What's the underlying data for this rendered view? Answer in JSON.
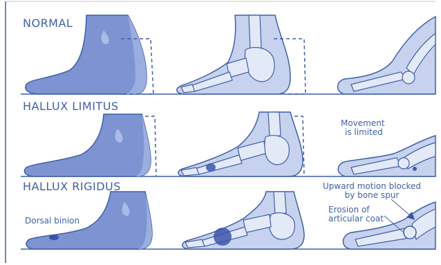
{
  "rows": [
    {
      "title": "NORMAL"
    },
    {
      "title": "HALLUX LIMITUS"
    },
    {
      "title": "HALLUX RIGIDUS"
    }
  ],
  "annotations": {
    "movement_limited": [
      "Movement",
      "is limited"
    ],
    "dorsal_bunion": "Dorsal binion",
    "upward_motion_blocked": [
      "Upward motion blocked",
      "by bone spur"
    ],
    "erosion": [
      "Erosion of",
      "articular coat"
    ]
  },
  "colors": {
    "ink": "#3f5fa6",
    "foot_fill": "#7e94d2",
    "foot_shade": "#9aaee0",
    "bone_fill": "#e3e9f7",
    "xray_fill": "#c6d2ee",
    "lesion": "#3b55ab"
  }
}
